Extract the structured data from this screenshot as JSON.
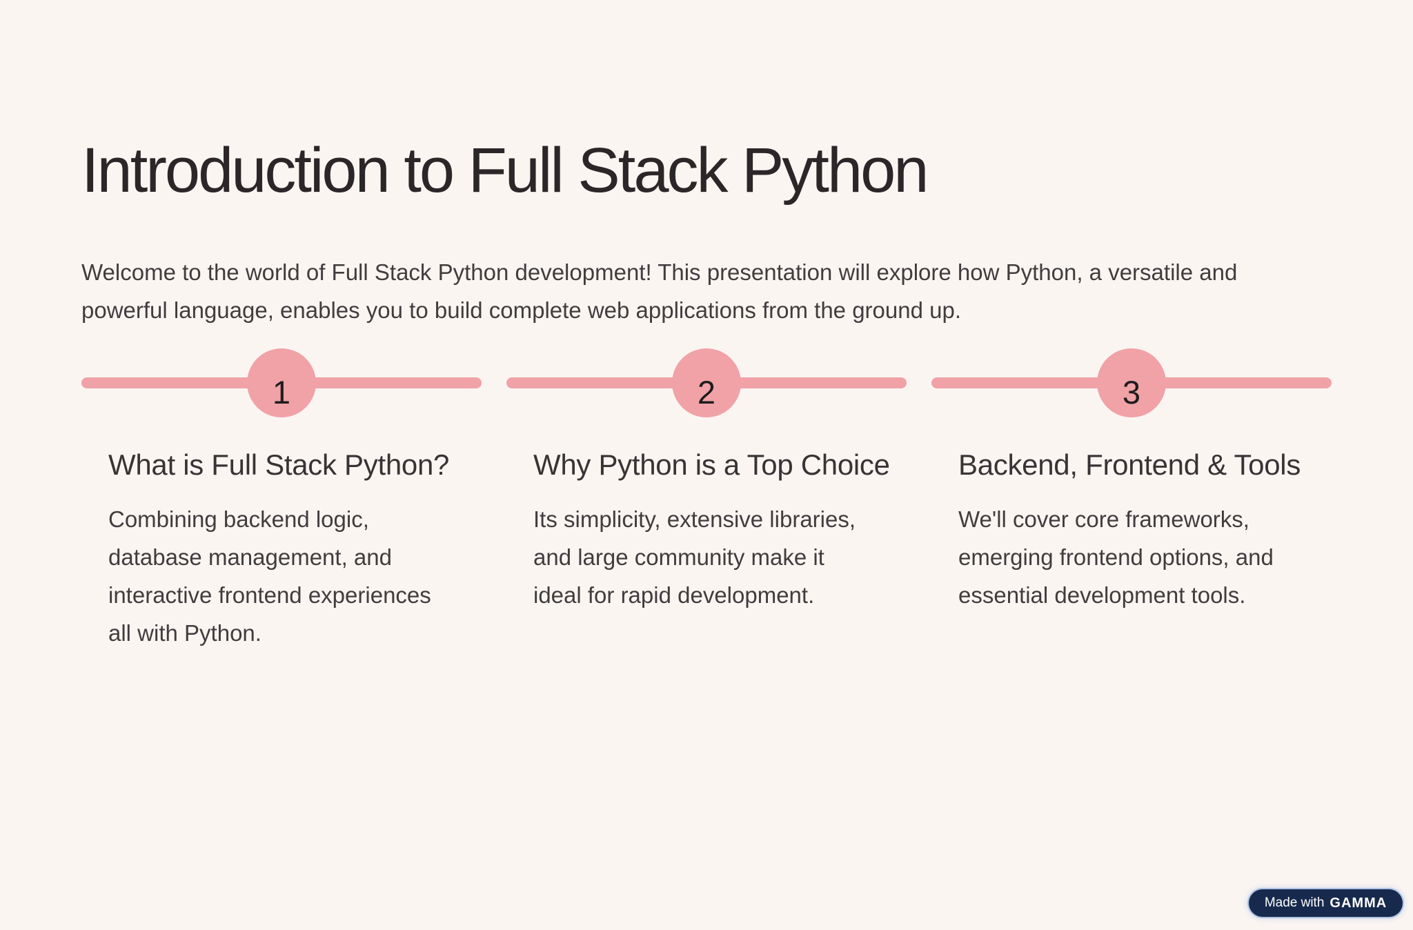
{
  "slide": {
    "title": "Introduction to Full Stack Python",
    "intro": "Welcome to the world of Full Stack Python development! This presentation will explore how Python, a versatile and\npowerful language, enables you to build complete web applications from the ground up.",
    "steps": [
      {
        "number": "1",
        "heading": "What is Full Stack Python?",
        "description": "Combining backend logic,\ndatabase management, and\ninteractive frontend experiences\nall with Python."
      },
      {
        "number": "2",
        "heading": "Why Python is a Top Choice",
        "description": "Its simplicity, extensive libraries,\nand large community make it\nideal for rapid development."
      },
      {
        "number": "3",
        "heading": "Backend, Frontend & Tools",
        "description": "We'll cover core frameworks,\nemerging frontend options, and\nessential development tools."
      }
    ]
  },
  "badge": {
    "prefix": "Made with",
    "brand": "GAMMA"
  },
  "colors": {
    "background": "#FBF5F2",
    "accent_pink": "#F0A2A7",
    "number_text": "#1F1C1C",
    "title_text": "#2B2627",
    "body_text": "#413C3D",
    "badge_background": "#17294D",
    "badge_ring": "#AFC3E4",
    "badge_text": "#FFFFFF"
  }
}
